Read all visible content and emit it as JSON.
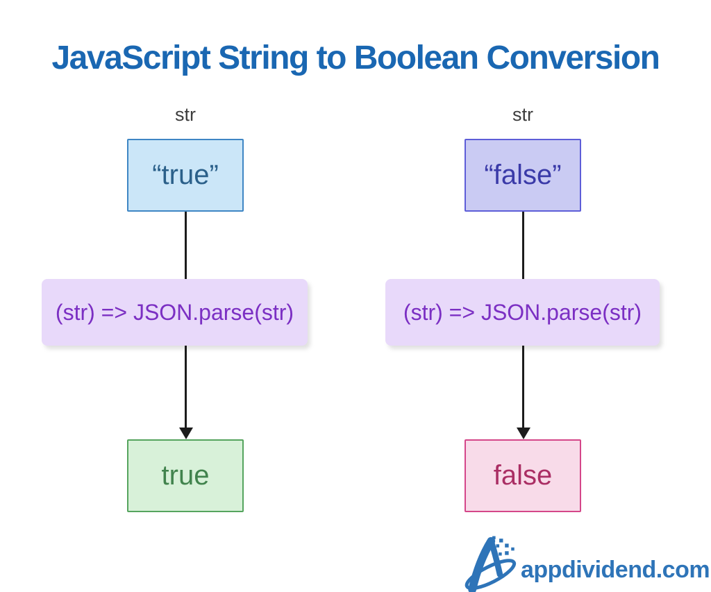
{
  "title": "JavaScript String to Boolean Conversion",
  "colors": {
    "title_blue": "#1a67b2",
    "line_dark": "#1c1c1c",
    "label_gray": "#3d3d3d",
    "input_true_fill": "#cbe6f8",
    "input_true_border": "#3e86c4",
    "input_true_text": "#2b608a",
    "input_false_fill": "#cacbf3",
    "input_false_border": "#5d5dd8",
    "input_false_text": "#3a3aa8",
    "function_fill": "#e8d9fa",
    "function_text": "#7b2fc3",
    "output_true_fill": "#d8f1d9",
    "output_true_border": "#55a45e",
    "output_true_text": "#41834d",
    "output_false_fill": "#f8dbe9",
    "output_false_border": "#d44689",
    "output_false_text": "#aa2e64",
    "brand_blue": "#2e74b8"
  },
  "diagram": {
    "left": {
      "var_label": "str",
      "input_value": "“true”",
      "function_code": "(str) => JSON.parse(str)",
      "output_value": "true"
    },
    "right": {
      "var_label": "str",
      "input_value": "“false”",
      "function_code": "(str) => JSON.parse(str)",
      "output_value": "false"
    }
  },
  "footer": {
    "brand": "appdividend.com",
    "logo_icon": "appdividend-logo"
  }
}
